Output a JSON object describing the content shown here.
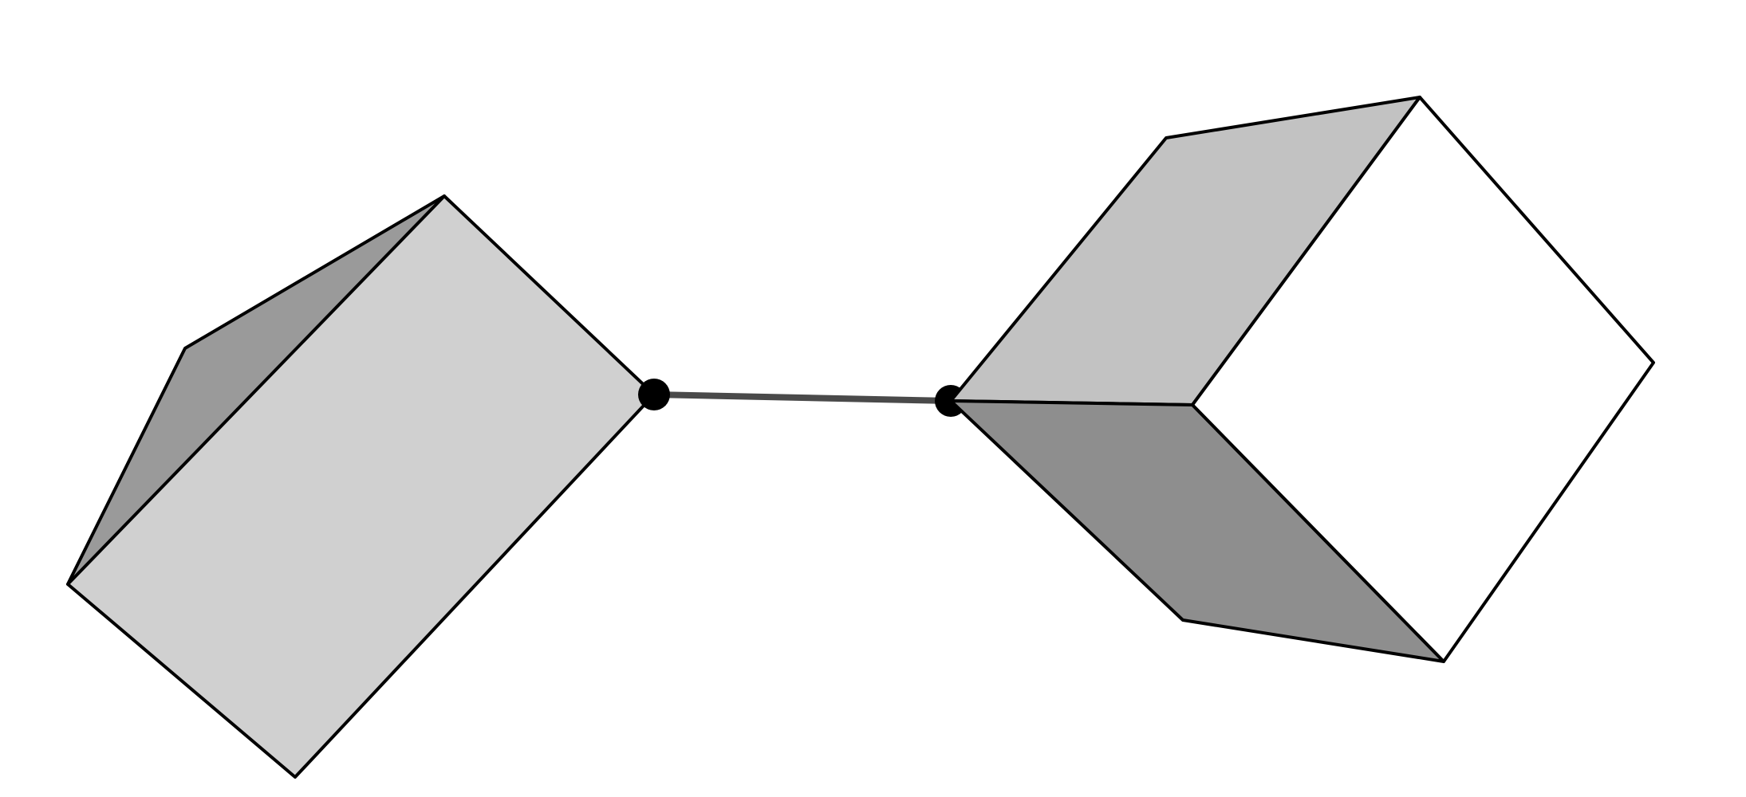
{
  "diagram": {
    "description_type": "two-blocks-connected-by-link",
    "blocks": [
      {
        "id": "left-block",
        "faces": [
          {
            "role": "top-face",
            "shade": "#9a9a9a"
          },
          {
            "role": "front-face",
            "shade": "#d0d0d0"
          }
        ]
      },
      {
        "id": "right-block",
        "faces": [
          {
            "role": "top-face",
            "shade": "#c2c2c2"
          },
          {
            "role": "bottom-face",
            "shade": "#8e8e8e"
          },
          {
            "role": "side-face",
            "shade": "#ffffff"
          }
        ]
      }
    ],
    "connector": {
      "color": "#4a4a4a",
      "joint_color": "#000000",
      "joints": [
        "left-joint",
        "right-joint"
      ]
    },
    "colors": {
      "background": "#ffffff",
      "edge": "#000000"
    }
  }
}
